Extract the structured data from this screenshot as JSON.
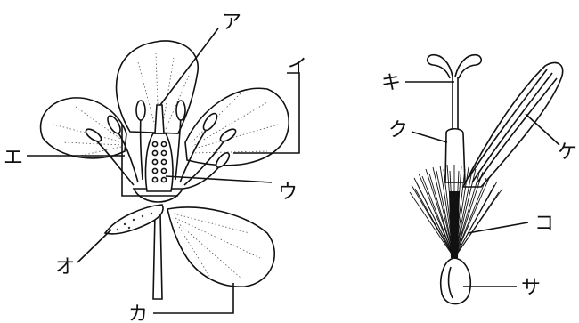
{
  "labels": {
    "a": "ア",
    "i": "イ",
    "u": "ウ",
    "e": "エ",
    "o": "オ",
    "ka": "カ",
    "ki": "キ",
    "ku": "ク",
    "ke": "ケ",
    "ko": "コ",
    "sa": "サ"
  }
}
